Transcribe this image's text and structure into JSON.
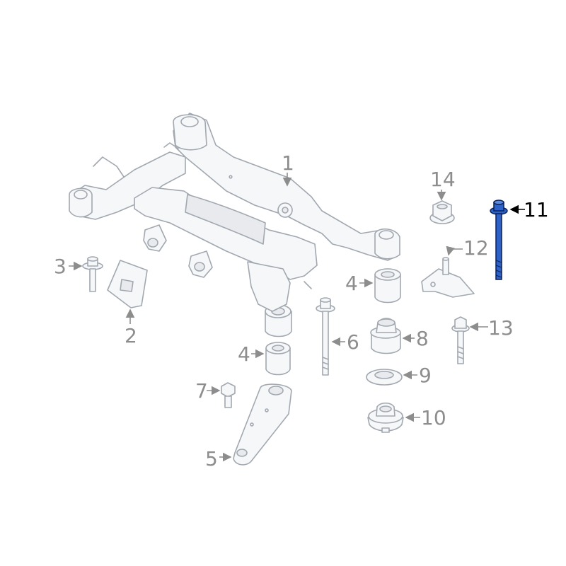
{
  "callouts": {
    "c1": "1",
    "c2": "2",
    "c3": "3",
    "c4a": "4",
    "c4b": "4",
    "c5": "5",
    "c6": "6",
    "c7": "7",
    "c8": "8",
    "c9": "9",
    "c10": "10",
    "c11": "11",
    "c12": "12",
    "c13": "13",
    "c14": "14"
  },
  "colors": {
    "highlight_part": "#2d63c8",
    "highlight_outline": "#0a1f55",
    "part_outline": "#a2a8b0",
    "callout_gray": "#8d8d8d",
    "callout_active": "#000000"
  },
  "highlighted_part": "11"
}
